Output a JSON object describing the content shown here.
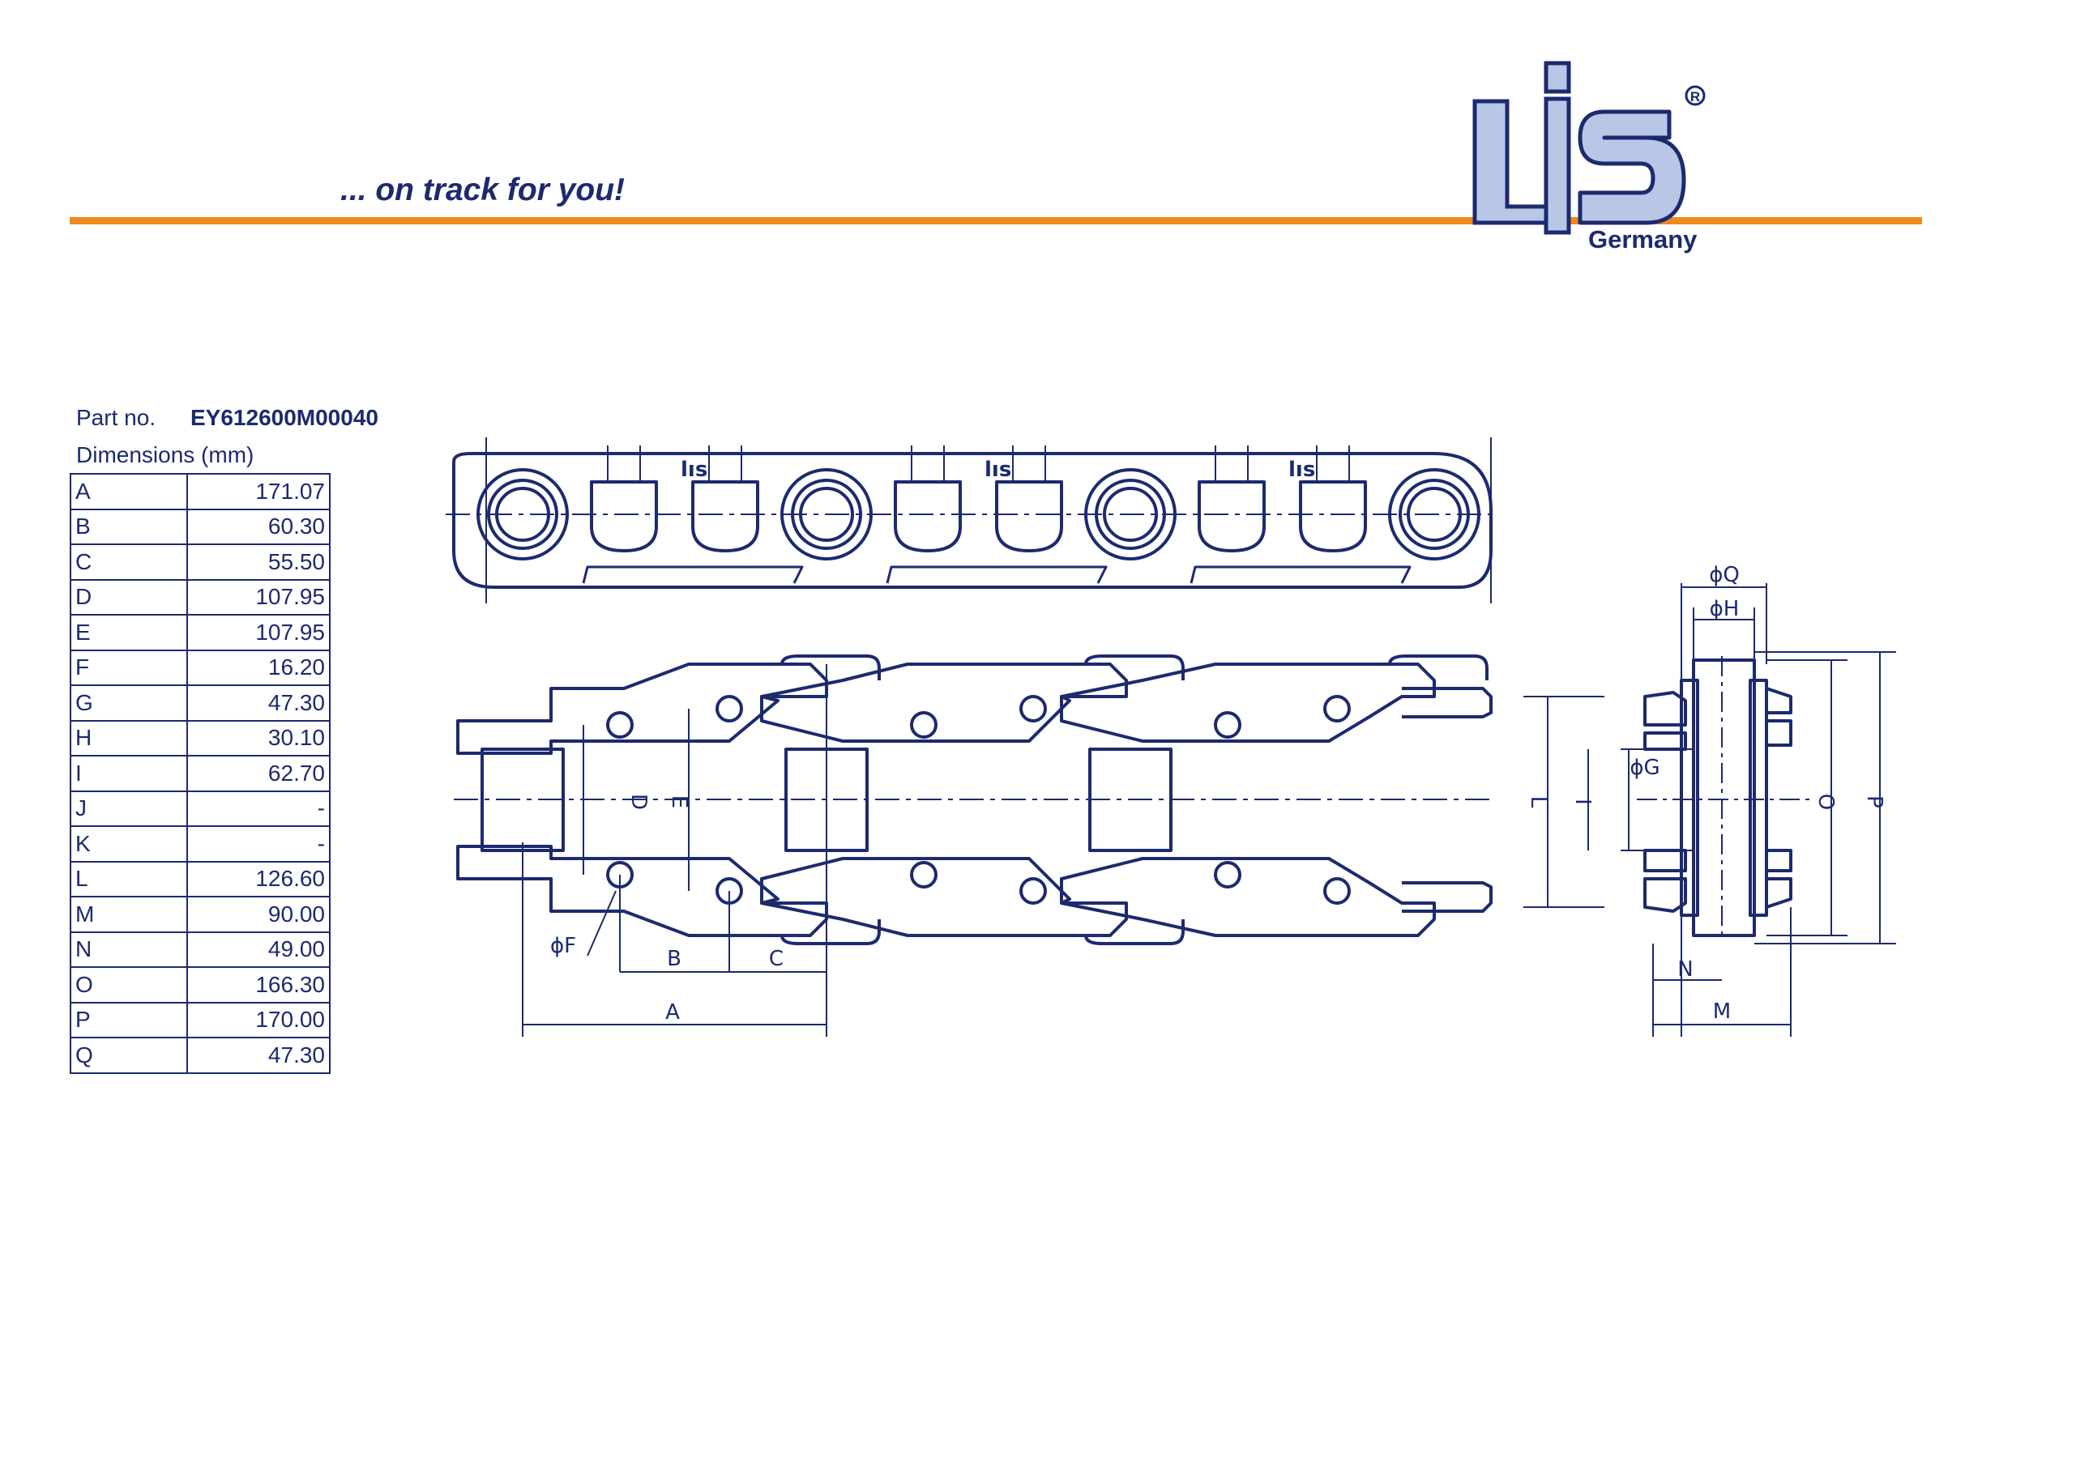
{
  "header": {
    "tagline": "... on track for you!",
    "logo_country": "Germany",
    "accent_color": "#ee8a1e",
    "brand_color": "#1c2a6e",
    "logo_fill_color": "#b8c7e6"
  },
  "part": {
    "label": "Part no.",
    "number": "EY612600M00040"
  },
  "dimensions": {
    "label": "Dimensions (mm)",
    "rows": [
      {
        "key": "A",
        "value": "171.07"
      },
      {
        "key": "B",
        "value": "60.30"
      },
      {
        "key": "C",
        "value": "55.50"
      },
      {
        "key": "D",
        "value": "107.95"
      },
      {
        "key": "E",
        "value": "107.95"
      },
      {
        "key": "F",
        "value": "16.20"
      },
      {
        "key": "G",
        "value": "47.30"
      },
      {
        "key": "H",
        "value": "30.10"
      },
      {
        "key": "I",
        "value": "62.70"
      },
      {
        "key": "J",
        "value": "-"
      },
      {
        "key": "K",
        "value": "-"
      },
      {
        "key": "L",
        "value": "126.60"
      },
      {
        "key": "M",
        "value": "90.00"
      },
      {
        "key": "N",
        "value": "49.00"
      },
      {
        "key": "O",
        "value": "166.30"
      },
      {
        "key": "P",
        "value": "170.00"
      },
      {
        "key": "Q",
        "value": "47.30"
      }
    ]
  },
  "drawing": {
    "labels": {
      "A": "A",
      "B": "B",
      "C": "C",
      "D": "D",
      "E": "E",
      "F": "ϕF",
      "G": "ϕG",
      "H": "ϕH",
      "Q": "ϕQ",
      "L": "L",
      "I": "I",
      "O": "O",
      "P": "P",
      "N": "N",
      "M": "M"
    }
  }
}
